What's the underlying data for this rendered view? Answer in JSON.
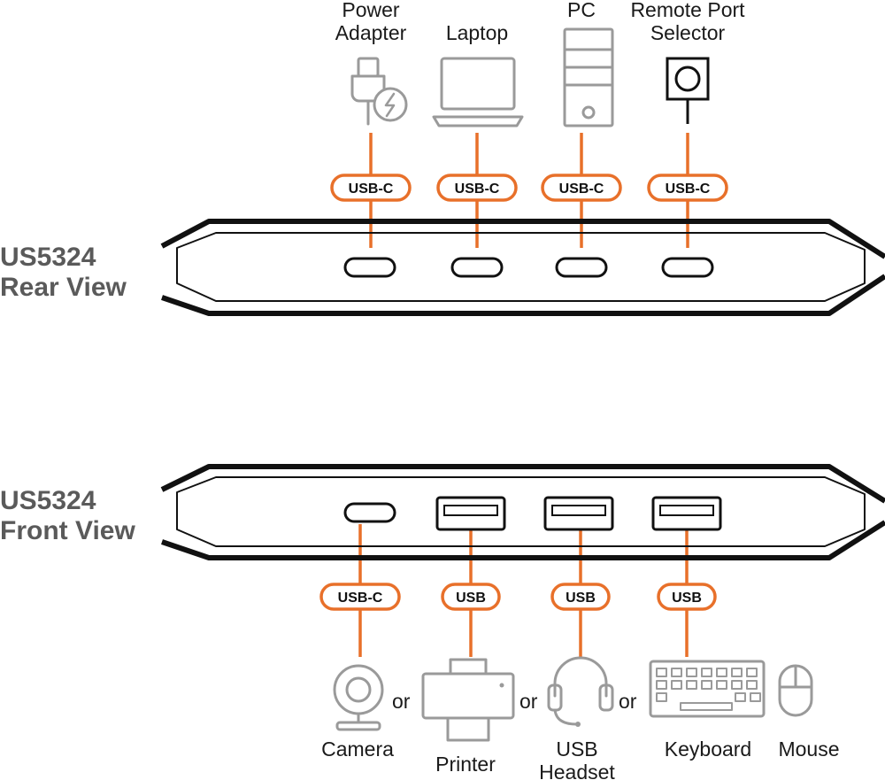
{
  "rear": {
    "title_line1": "US5324",
    "title_line2": "Rear View",
    "ports": [
      {
        "label_line1": "Power",
        "label_line2": "Adapter",
        "icon": "power-adapter-icon",
        "connector": "USB-C"
      },
      {
        "label_line1": "",
        "label_line2": "Laptop",
        "icon": "laptop-icon",
        "connector": "USB-C"
      },
      {
        "label_line1": "",
        "label_line2": "PC",
        "icon": "pc-tower-icon",
        "connector": "USB-C"
      },
      {
        "label_line1": "Remote Port",
        "label_line2": "Selector",
        "icon": "remote-port-selector-icon",
        "connector": "USB-C"
      }
    ]
  },
  "front": {
    "title_line1": "US5324",
    "title_line2": "Front View",
    "ports": [
      {
        "connector": "USB-C",
        "device_labels": [
          "Camera"
        ],
        "icon": "camera-icon"
      },
      {
        "connector": "USB",
        "device_labels": [
          "Printer"
        ],
        "icon": "printer-icon"
      },
      {
        "connector": "USB",
        "device_labels": [
          "USB",
          "Headset"
        ],
        "icon": "headset-icon"
      },
      {
        "connector": "USB",
        "device_labels": [
          "Keyboard"
        ],
        "icon": "keyboard-icon",
        "extra_label": "Mouse",
        "extra_icon": "mouse-icon"
      }
    ],
    "separator": "or"
  },
  "colors": {
    "accent": "#e8702a",
    "icon": "#9a9a9a",
    "title": "#5a5a5a",
    "outline": "#111111"
  }
}
